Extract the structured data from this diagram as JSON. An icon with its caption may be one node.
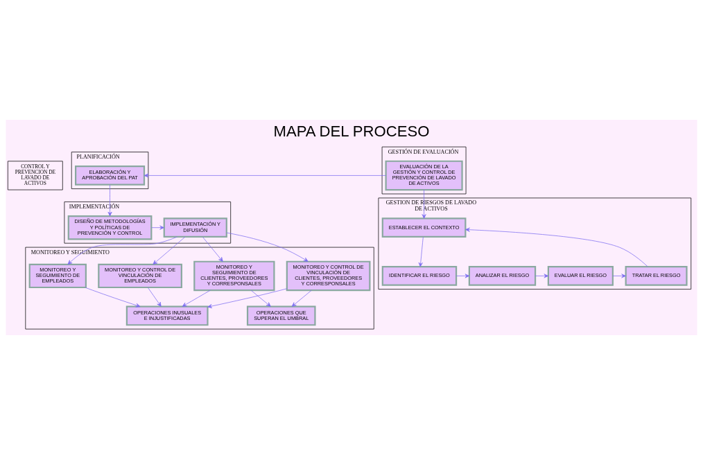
{
  "diagram": {
    "title": "MAPA DEL PROCESO",
    "nodes": [
      {
        "text": [
          "CONTROL Y PREVENCION DE LAVADO DE ACTIVOS"
        ]
      },
      {
        "text": [
          "PLANIFICACIÓN"
        ]
      },
      {
        "text": [
          "ELABORACIÓN Y APROBACIÓN DEL PAT"
        ],
        "in": 1
      },
      {
        "text": [
          "IMPLEMENTACIÓN"
        ]
      },
      {
        "text": [
          "DISEÑO DE METODOLOGÍAS Y POLÍTICAS DE PREVENCIÓN Y CONTROL"
        ],
        "in": 3
      },
      {
        "text": [
          "IMPLEMENTACIÓN Y DIFUSIÓN"
        ],
        "in": 3
      },
      {
        "text": [
          "MONITOREO Y SEGUIMIENTO"
        ]
      },
      {
        "text": [
          "MONITOREO Y CONTROL DE VINCULACIÓN DE CLIENTES, PROVEEDORES Y CORRESPONSALES"
        ],
        "in": 6
      },
      {
        "text": [
          "MONITOREO Y SEGUIMIENTO DE CLIENTES, PROVEEDORES Y CORRESPONSALES"
        ],
        "in": 6
      },
      {
        "text": [
          "MONITOREO Y CONTROL DE VINCULACIÓN DE EMPLEADOS"
        ],
        "in": 6
      },
      {
        "text": [
          "MONITOREO Y SEGUIMIENTO DE EMPLEADOS"
        ],
        "in": 6
      },
      {
        "text": [
          "OPERACIONES QUE SUPERAN EL UMBRAL"
        ],
        "in": 6
      },
      {
        "text": [
          "OPERACIONES INUSUALES E INJUSTIFICADAS"
        ],
        "in": 6
      },
      {
        "text": [
          "GESTIÓN DE EVALUACIÓN"
        ]
      },
      {
        "text": [
          "EVALUACIÓN DE LA GESTIÓN Y CONTROL DE PREVENCIÓN DE LAVADO DE ACTIVOS"
        ],
        "in": 13
      },
      {
        "text": [
          "GESTION DE RIESGOS DE LAVADO DE ACTIVOS"
        ]
      },
      {
        "text": [
          "ESTABLECER EL CONTEXTO"
        ],
        "in": 15
      },
      {
        "text": [
          "IDENTIFICAR EL RIESGO"
        ],
        "in": 15
      },
      {
        "text": [
          "ANALIZAR EL RIESGO"
        ],
        "in": 15
      },
      {
        "text": [
          "EVALUAR EL RIESGO"
        ],
        "in": 15
      },
      {
        "text": [
          "TRATAR EL RIESGO"
        ],
        "in": 15
      }
    ],
    "edges": [
      {
        "from": 14,
        "to": 2,
        "arrow": "to"
      },
      {
        "from": 2,
        "to": 4,
        "arrow": "to"
      },
      {
        "from": 4,
        "to": 5,
        "arrow": "to"
      },
      {
        "from": 5,
        "to": 7,
        "arrow": "to"
      },
      {
        "from": 5,
        "to": 8,
        "arrow": "to"
      },
      {
        "from": 5,
        "to": 9,
        "arrow": "to"
      },
      {
        "from": 5,
        "to": 10,
        "arrow": "to"
      },
      {
        "from": 7,
        "to": 11,
        "arrow": "to"
      },
      {
        "from": 8,
        "to": 11,
        "arrow": "to"
      },
      {
        "from": 8,
        "to": 12,
        "arrow": "to"
      },
      {
        "from": 9,
        "to": 12,
        "arrow": "to"
      },
      {
        "from": 10,
        "to": 12,
        "arrow": "to"
      },
      {
        "from": 7,
        "to": 12,
        "arrow": "to"
      },
      {
        "from": 14,
        "to": 16,
        "arrow": "to"
      },
      {
        "from": 16,
        "to": 17,
        "arrow": "to"
      },
      {
        "from": 17,
        "to": 18,
        "arrow": "to"
      },
      {
        "from": 18,
        "to": 19,
        "arrow": "to"
      },
      {
        "from": 19,
        "to": 20,
        "arrow": "to"
      },
      {
        "from": 20,
        "to": 16,
        "arrow": "to"
      }
    ]
  }
}
